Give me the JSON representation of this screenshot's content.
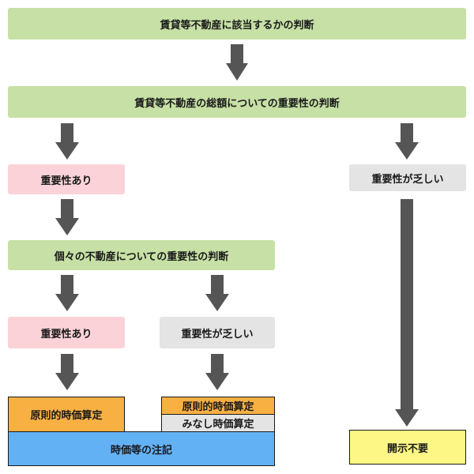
{
  "nodes": {
    "q1": "賃貸等不動産に該当するかの判断",
    "q2": "賃貸等不動産の総額についての重要性の判断",
    "high1": "重要性あり",
    "low1": "重要性が乏しい",
    "q3": "個々の不動産についての重要性の判断",
    "high2": "重要性あり",
    "low2": "重要性が乏しい",
    "principle1": "原則的時価算定",
    "principle2": "原則的時価算定",
    "deemed": "みなし時価算定",
    "note": "時価等の注記",
    "no_disclosure": "開示不要"
  },
  "colors": {
    "decision": "#c6e0a5",
    "significant": "#fbd2d8",
    "insignificant": "#e4e4e4",
    "principle": "#f9b043",
    "note": "#63b1f5",
    "no_disclosure": "#fdf786",
    "arrow": "#555555"
  }
}
